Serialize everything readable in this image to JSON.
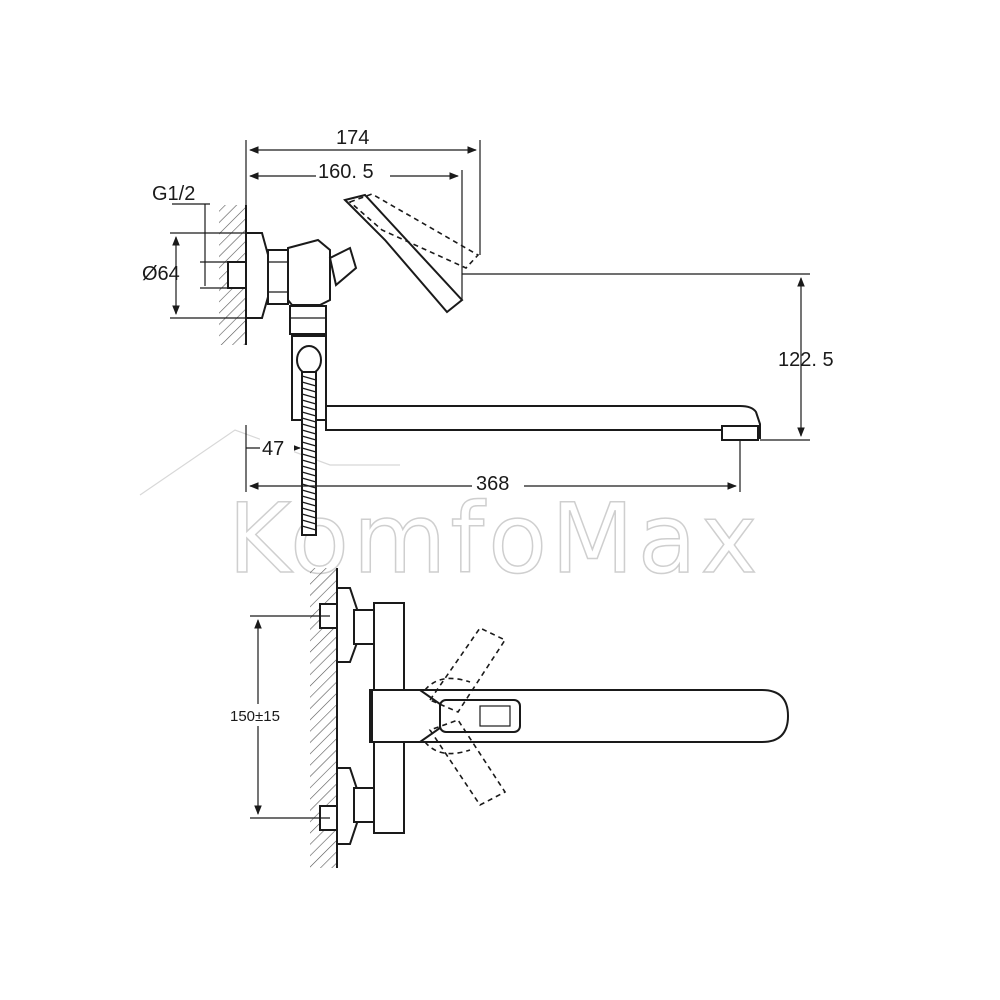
{
  "watermark": {
    "text": "KomfoMax"
  },
  "dimensions": {
    "width_total": "174",
    "width_lever": "160. 5",
    "thread": "G1/2",
    "flange_diameter": "Ø64",
    "spout_height": "122. 5",
    "hose_outlet": "47",
    "spout_reach": "368",
    "inlet_spacing": "150±15"
  },
  "colors": {
    "line": "#1a1a1a",
    "watermark": "#cfcfcf",
    "background": "#ffffff"
  }
}
